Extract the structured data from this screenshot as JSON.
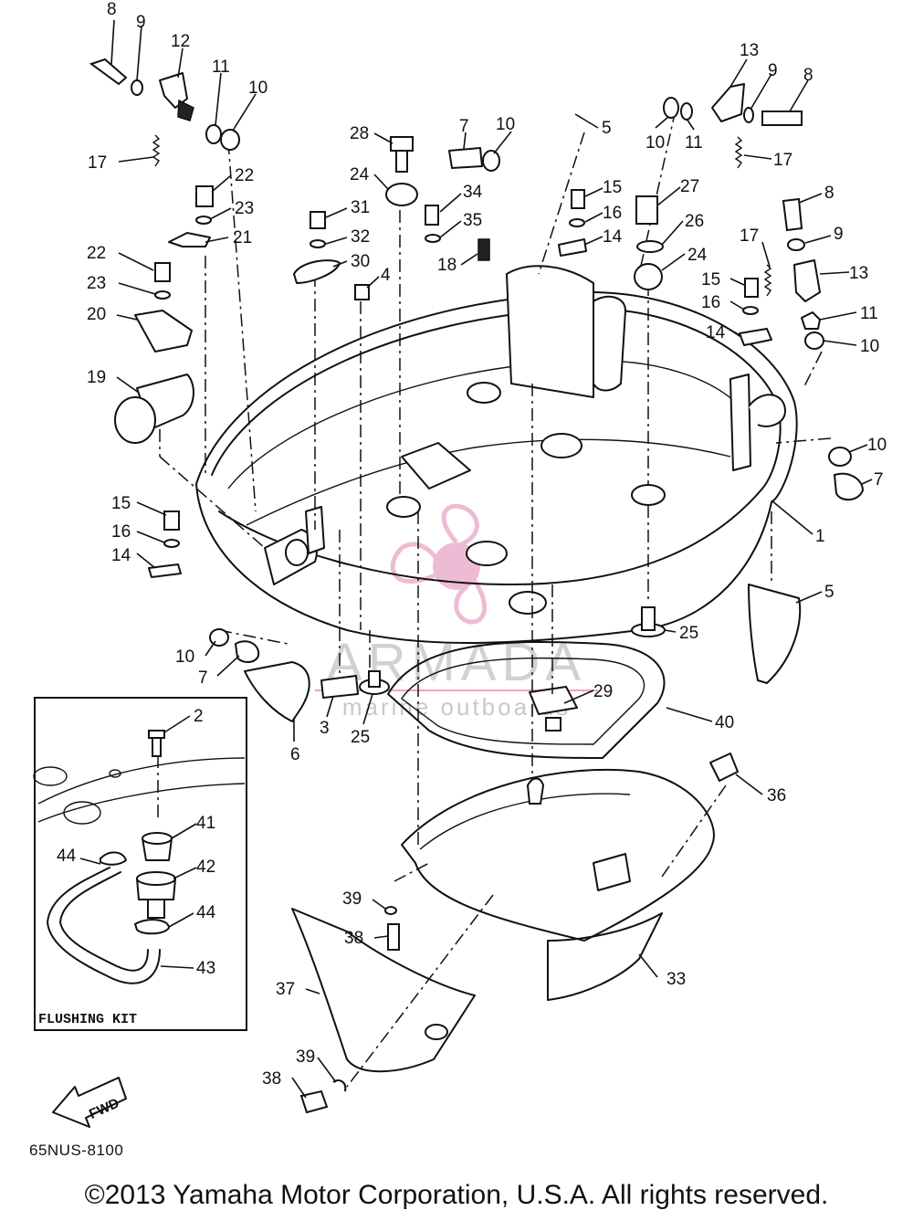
{
  "diagram": {
    "code": "65NUS-8100",
    "copyright": "©2013 Yamaha Motor Corporation, U.S.A. All rights reserved.",
    "inset_label": "FLUSHING KIT",
    "direction_arrow": "FWD"
  },
  "watermark": {
    "brand": "ARMADA",
    "tagline": "marine outboards",
    "color": "#e8a6c6"
  },
  "callouts": [
    "1",
    "2",
    "3",
    "4",
    "5",
    "5",
    "6",
    "7",
    "7",
    "7",
    "8",
    "8",
    "8",
    "9",
    "9",
    "9",
    "10",
    "10",
    "10",
    "10",
    "10",
    "10",
    "11",
    "11",
    "11",
    "12",
    "13",
    "13",
    "14",
    "14",
    "14",
    "15",
    "15",
    "15",
    "16",
    "16",
    "16",
    "17",
    "17",
    "17",
    "18",
    "19",
    "20",
    "21",
    "22",
    "22",
    "23",
    "23",
    "24",
    "24",
    "25",
    "25",
    "26",
    "27",
    "28",
    "29",
    "30",
    "31",
    "32",
    "33",
    "34",
    "35",
    "36",
    "37",
    "38",
    "38",
    "39",
    "39",
    "40",
    "41",
    "42",
    "43",
    "44",
    "44"
  ]
}
